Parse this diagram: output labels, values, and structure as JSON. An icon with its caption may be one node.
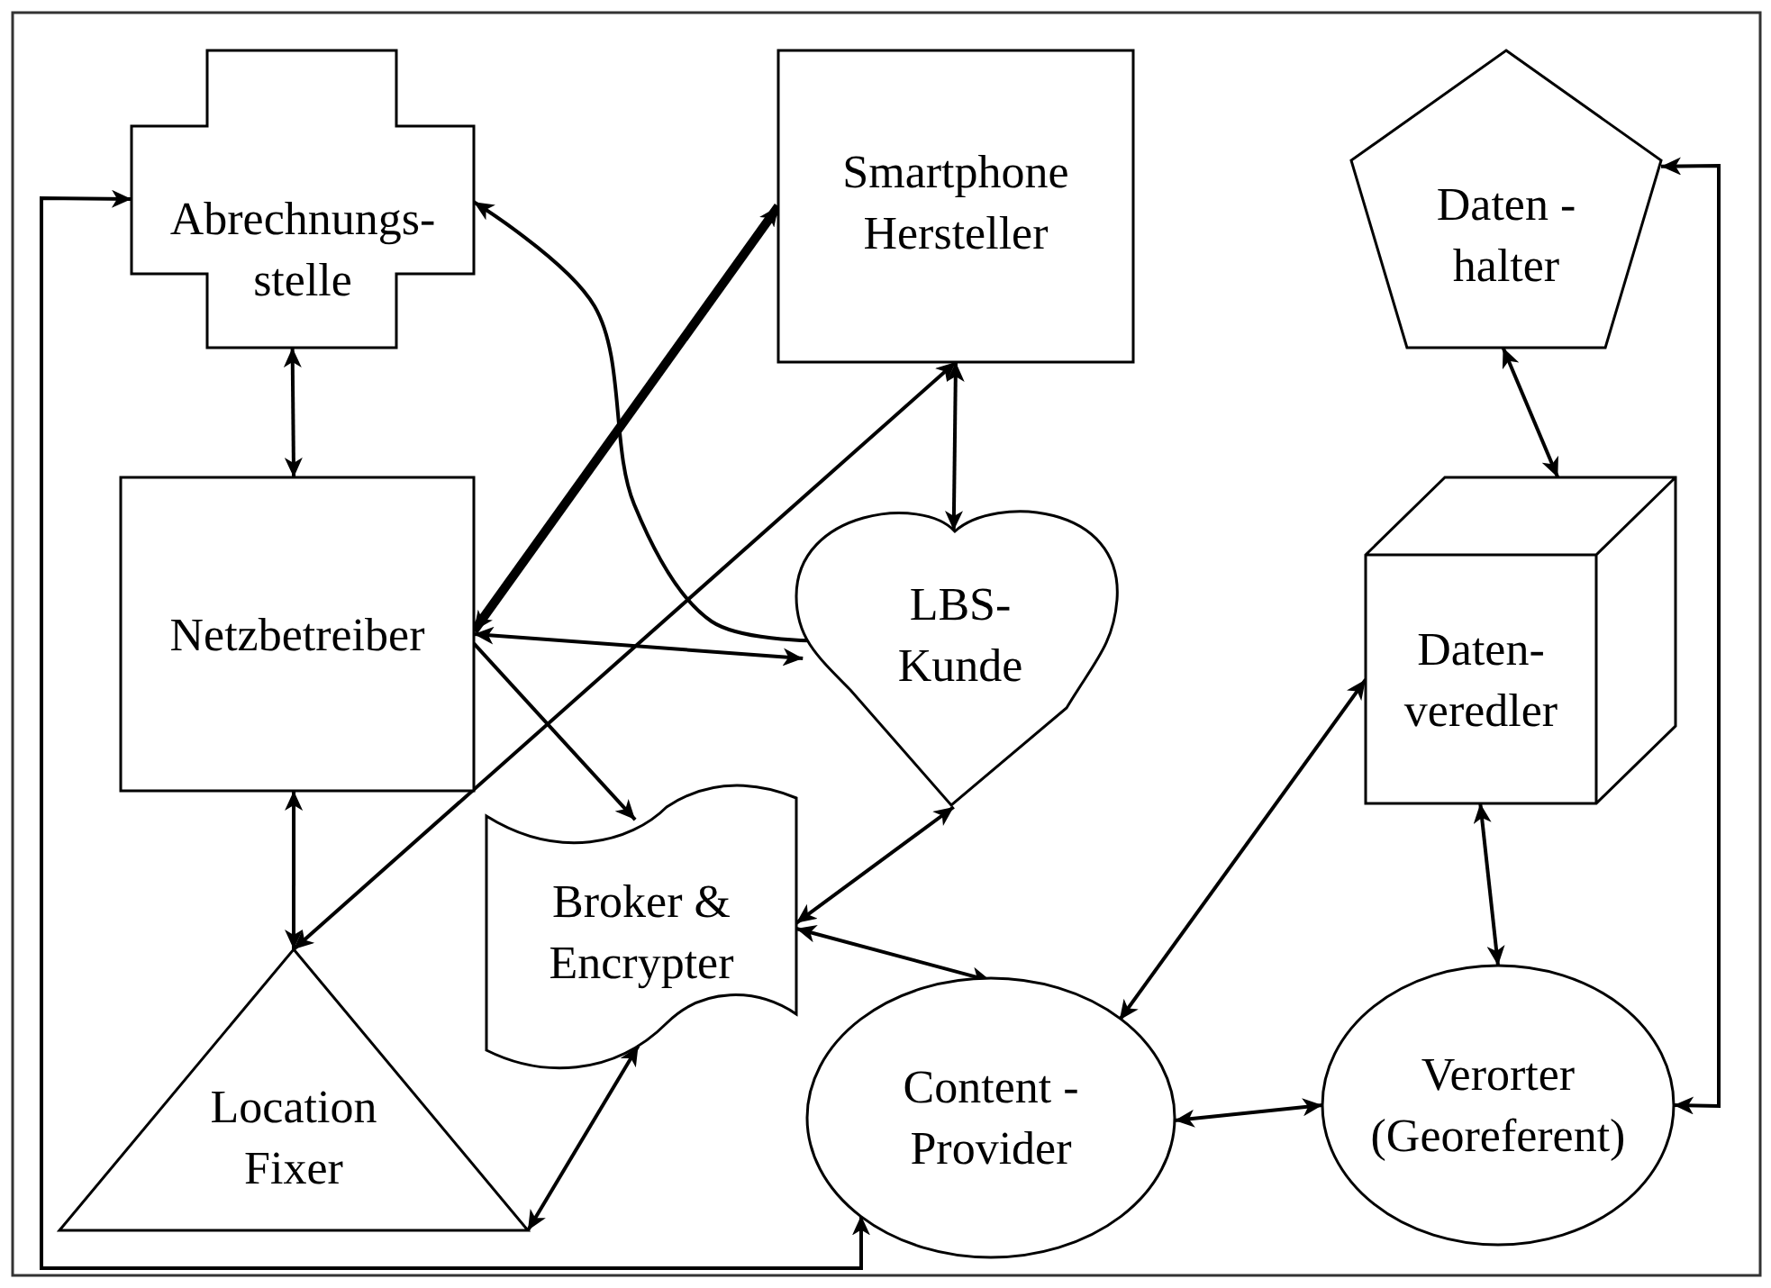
{
  "diagram": {
    "nodes": [
      {
        "text": [
          "Abrechnungs- stelle"
        ]
      },
      {
        "text": [
          "Smartphone Hersteller"
        ]
      },
      {
        "text": [
          "Daten - halter"
        ]
      },
      {
        "text": [
          "Netzbetreiber"
        ]
      },
      {
        "text": [
          "LBS- Kunde"
        ]
      },
      {
        "text": [
          "Daten- veredler"
        ]
      },
      {
        "text": [
          "Broker & Encrypter"
        ]
      },
      {
        "text": [
          "Location Fixer"
        ]
      },
      {
        "text": [
          "Content -Provider"
        ]
      },
      {
        "text": [
          "Verorter (Georeferent)"
        ]
      }
    ],
    "edges": [
      {
        "from": 0,
        "to": 8,
        "arrow": "both"
      },
      {
        "from": 0,
        "to": 3,
        "arrow": "both"
      },
      {
        "from": 4,
        "to": 0,
        "arrow": "to"
      },
      {
        "from": 3,
        "to": 1,
        "arrow": "both",
        "style": "thick"
      },
      {
        "from": 3,
        "to": 4,
        "arrow": "both"
      },
      {
        "from": 3,
        "to": 6,
        "arrow": "to"
      },
      {
        "from": 3,
        "to": 7,
        "arrow": "both"
      },
      {
        "from": 1,
        "to": 7,
        "arrow": "both"
      },
      {
        "from": 1,
        "to": 4,
        "arrow": "both"
      },
      {
        "from": 4,
        "to": 6,
        "arrow": "both"
      },
      {
        "from": 6,
        "to": 8,
        "arrow": "both"
      },
      {
        "from": 7,
        "to": 6,
        "arrow": "both"
      },
      {
        "from": 8,
        "to": 5,
        "arrow": "both"
      },
      {
        "from": 8,
        "to": 9,
        "arrow": "both"
      },
      {
        "from": 2,
        "to": 5,
        "arrow": "both"
      },
      {
        "from": 5,
        "to": 9,
        "arrow": "both"
      },
      {
        "from": 9,
        "to": 2,
        "arrow": "both"
      }
    ]
  }
}
